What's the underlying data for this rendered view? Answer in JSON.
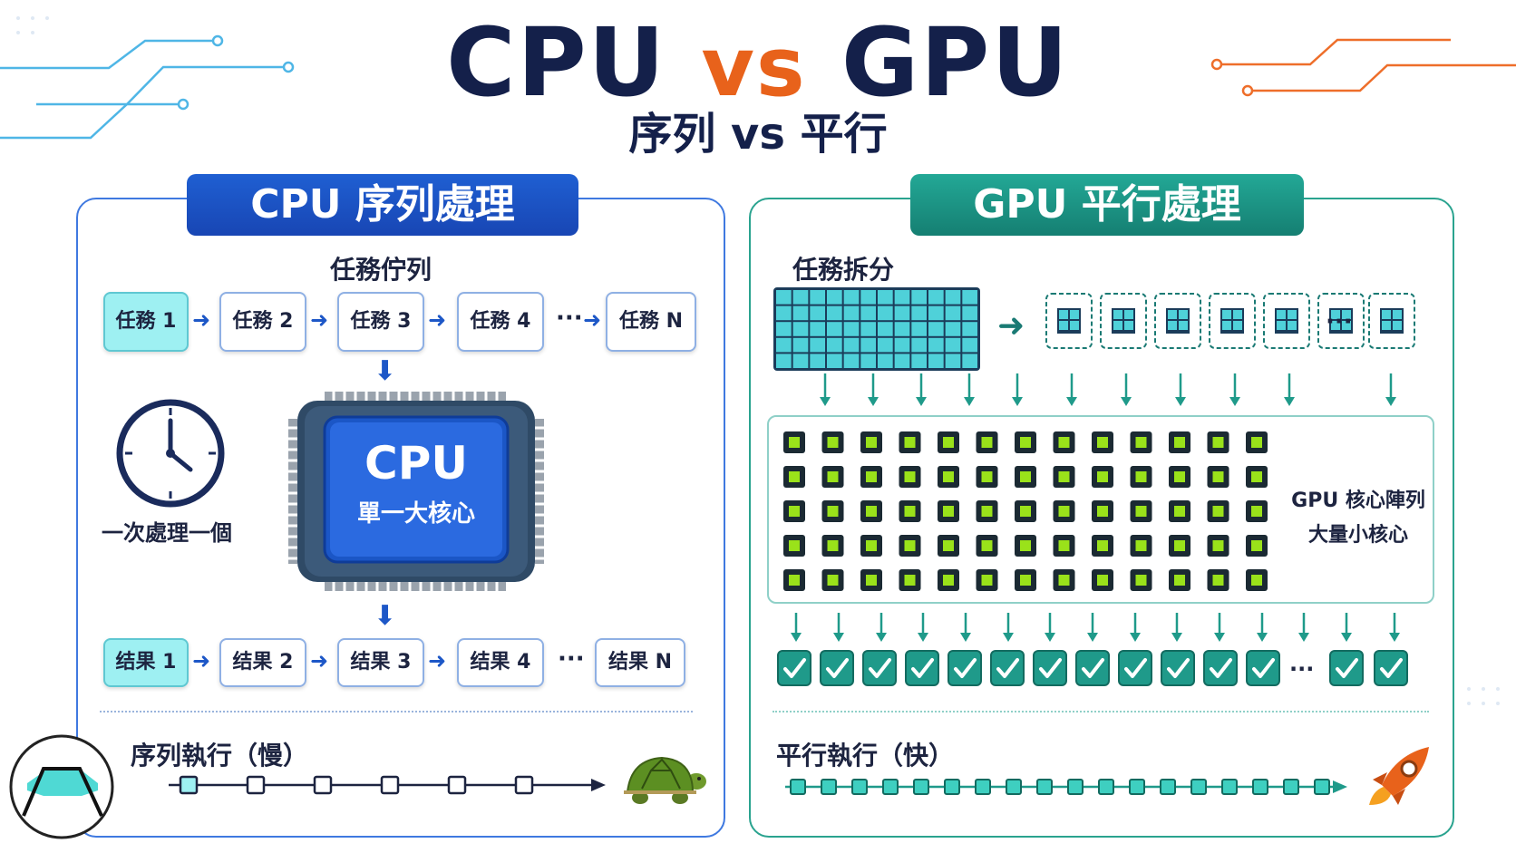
{
  "title": {
    "part1": "CPU",
    "vs": "vs",
    "part2": "GPU",
    "subtitle": "序列 vs 平行"
  },
  "cpu": {
    "tab": "CPU 序列處理",
    "queue_label": "任務佇列",
    "tasks": [
      "任務 1",
      "任務 2",
      "任務 3",
      "任務 4",
      "任務 N"
    ],
    "clock_label": "一次處理一個",
    "chip_title": "CPU",
    "chip_sub": "單一大核心",
    "results": [
      "结果 1",
      "结果 2",
      "结果 3",
      "结果 4",
      "结果 N"
    ],
    "exec_label": "序列執行（慢）",
    "timeline_steps": 6,
    "speed_icon": "turtle-icon"
  },
  "gpu": {
    "tab": "GPU 平行處理",
    "split_label": "任務拆分",
    "core_label_1": "GPU 核心陣列",
    "core_label_2": "大量小核心",
    "core_rows": 5,
    "core_cols": 13,
    "subtask_count": 7,
    "check_count": 14,
    "exec_label": "平行執行（快）",
    "timeline_steps": 18,
    "speed_icon": "rocket-icon"
  },
  "ellipsis": "···",
  "colors": {
    "cpu_blue": "#1d57c7",
    "gpu_teal": "#1f9a8a",
    "accent_orange": "#e8621b",
    "core_green": "#9ae21a"
  }
}
